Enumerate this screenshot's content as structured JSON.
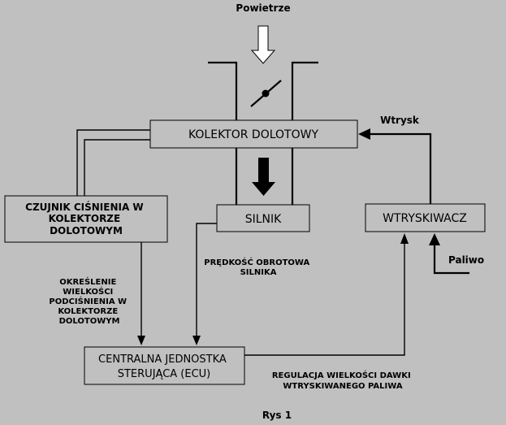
{
  "labels": {
    "air": "Powietrze",
    "injection": "Wtrysk",
    "fuel": "Paliwo",
    "figure": "Rys 1"
  },
  "boxes": {
    "manifold": "KOLEKTOR DOLOTOWY",
    "sensor": [
      "CZUJNIK CIŚNIENIA W",
      "KOLEKTORZE",
      "DOLOTOWYM"
    ],
    "engine": "SILNIK",
    "injector": "WTRYSKIWACZ",
    "ecu": [
      "CENTRALNA JEDNOSTKA",
      "STERUJĄCA (ECU)"
    ]
  },
  "annotations": {
    "rpm": [
      "PRĘDKOŚĆ OBROTOWA",
      "SILNIKA"
    ],
    "vacuum": [
      "OKREŚLENIE",
      "WIELKOŚCI",
      "PODCIŚNIENIA W",
      "KOLEKTORZE",
      "DOLOTOWYM"
    ],
    "dose": [
      "REGULACJA WIELKOŚCI DAWKI",
      "WTRYSKIWANEGO PALIWA"
    ]
  }
}
